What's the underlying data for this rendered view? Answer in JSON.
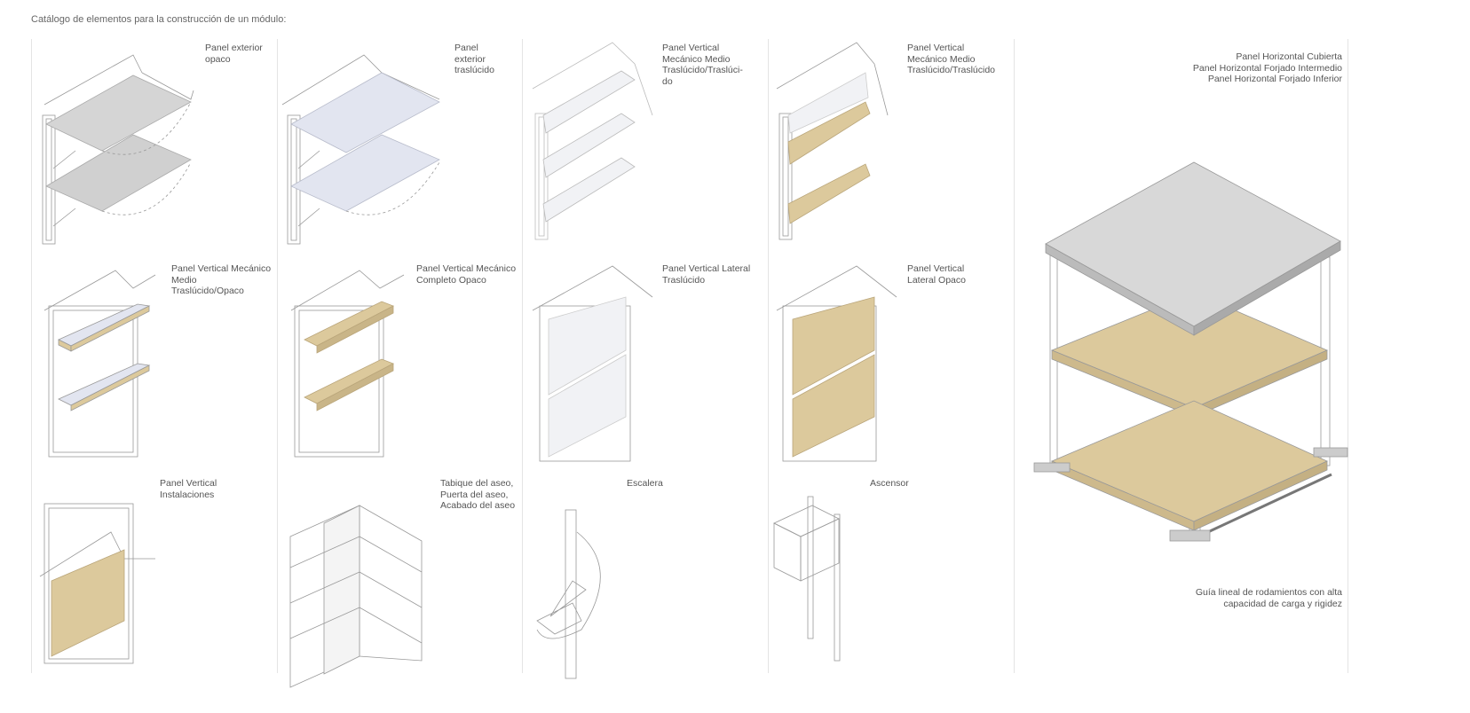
{
  "title": "Catálogo de elementos para la construcción de un módulo:",
  "items": [
    {
      "label": "Panel exterior\nopaco"
    },
    {
      "label": "Panel\nexterior\ntraslúcido"
    },
    {
      "label": "Panel Vertical\nMecánico Medio\nTraslúcido/Traslúci-\ndo"
    },
    {
      "label": "Panel Vertical\nMecánico Medio\nTraslúcido/Traslúcido"
    },
    {
      "label": "Panel Horizontal Cubierta\nPanel Horizontal Forjado Intermedio\nPanel Horizontal Forjado Inferior"
    },
    {
      "label": "Panel Vertical Mecánico\nMedio\nTraslúcido/Opaco"
    },
    {
      "label": "Panel Vertical Mecánico\nCompleto Opaco"
    },
    {
      "label": "Panel Vertical Lateral\nTraslúcido"
    },
    {
      "label": "Panel Vertical\nLateral Opaco"
    },
    {
      "label": "Panel Vertical\nInstalaciones"
    },
    {
      "label": "Tabique del aseo,\nPuerta del aseo,\nAcabado del aseo"
    },
    {
      "label": "Escalera"
    },
    {
      "label": "Ascensor"
    },
    {
      "label": "Guía lineal de rodamientos con alta\ncapacidad de carga y rigidez"
    }
  ],
  "colors": {
    "wood": "#dcc99c",
    "glass": "#e2e5f0",
    "metal": "#cfcfcf",
    "line": "#888888"
  }
}
